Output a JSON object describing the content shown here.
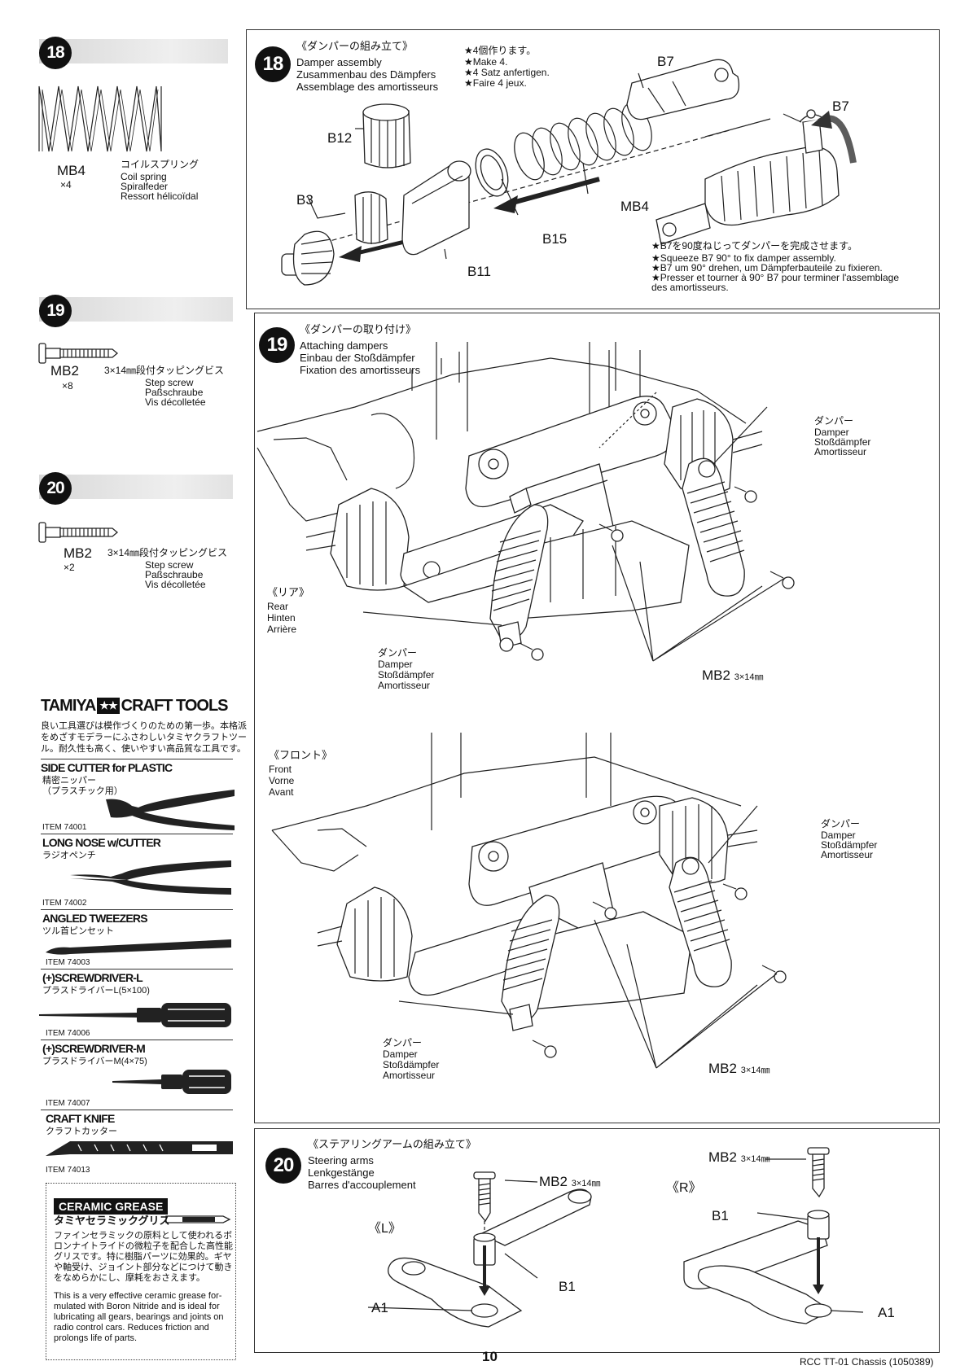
{
  "left": {
    "step18": {
      "num": "18",
      "part_code": "MB4",
      "qty": "×4",
      "names": [
        "コイルスプリング",
        "Coil spring",
        "Spiralfeder",
        "Ressort hélicoïdal"
      ]
    },
    "step19": {
      "num": "19",
      "part_code": "MB2",
      "qty": "×8",
      "size": "3×14㎜段付タッピングビス",
      "names": [
        "Step screw",
        "Paßschraube",
        "Vis décolletée"
      ]
    },
    "step20": {
      "num": "20",
      "part_code": "MB2",
      "qty": "×2",
      "size": "3×14㎜段付タッピングビス",
      "names": [
        "Step screw",
        "Paßschraube",
        "Vis décolletée"
      ]
    },
    "craft_tools": {
      "brand": "TAMIYA",
      "brand_suffix": "CRAFT TOOLS",
      "intro": [
        "良い工具選びは模作づくりのための第一歩。本格派",
        "をめざすモデラーにふさわしいタミヤクラフトツー",
        "ル。耐久性も高く、使いやすい高品質な工具です。"
      ],
      "tools": [
        {
          "title": "SIDE CUTTER for PLASTIC",
          "jp": [
            "精密ニッパー",
            "（プラスチック用）"
          ],
          "item": "ITEM 74001"
        },
        {
          "title": "LONG NOSE w/CUTTER",
          "jp": [
            "ラジオペンチ"
          ],
          "item": "ITEM 74002"
        },
        {
          "title": "ANGLED TWEEZERS",
          "jp": [
            "ツル首ピンセット"
          ],
          "item": "ITEM 74003"
        },
        {
          "title": "(+)SCREWDRIVER-L",
          "jp": [
            "プラスドライバーL(5×100)"
          ],
          "item": "ITEM 74006"
        },
        {
          "title": "(+)SCREWDRIVER-M",
          "jp": [
            "プラスドライバーM(4×75)"
          ],
          "item": "ITEM 74007"
        },
        {
          "title": "CRAFT KNIFE",
          "jp": [
            "クラフトカッター"
          ],
          "item": "ITEM 74013"
        }
      ]
    },
    "grease": {
      "logo": "CERAMIC GREASE",
      "jp_title": "タミヤセラミックグリス",
      "jp_body": [
        "ファインセラミックの原料として使われるボ",
        "ロンナイトライドの微粒子を配合した高性能",
        "グリスです。特に樹脂パーツに効果的。ギヤ",
        "や軸受け、ジョイント部分などにつけて動き",
        "をなめらかにし、摩耗をおさえます。"
      ],
      "en_body": [
        "This is a very effective ceramic grease for-",
        "mulated with Boron Nitride and is ideal for",
        "lubricating all gears, bearings and joints on",
        "radio control cars. Reduces friction and",
        "prolongs life of parts."
      ]
    }
  },
  "panel18": {
    "num": "18",
    "titles": [
      "《ダンパーの組み立て》",
      "Damper assembly",
      "Zusammenbau des Dämpfers",
      "Assemblage des amortisseurs"
    ],
    "notes": [
      "★4個作ります。",
      "★Make 4.",
      "★4 Satz anfertigen.",
      "★Faire 4 jeux."
    ],
    "labels": {
      "b7a": "B7",
      "b7b": "B7",
      "b12": "B12",
      "b3": "B3",
      "mb4": "MB4",
      "b15": "B15",
      "b11": "B11"
    },
    "footnote": [
      "★B7を90度ねじってダンパーを完成させます。",
      "★Squeeze B7 90° to fix damper assembly.",
      "★B7 um 90° drehen, um Dämpferbauteile zu fixieren.",
      "★Presser et tourner à 90° B7 pour terminer l'assemblage",
      "des amortisseurs."
    ]
  },
  "panel19": {
    "num": "19",
    "titles": [
      "《ダンパーの取り付け》",
      "Attaching dampers",
      "Einbau der Stoßdämpfer",
      "Fixation des amortisseurs"
    ],
    "rear": [
      "《リア》",
      "Rear",
      "Hinten",
      "Arrière"
    ],
    "front": [
      "《フロント》",
      "Front",
      "Vorne",
      "Avant"
    ],
    "damper": [
      "ダンパー",
      "Damper",
      "Stoßdämpfer",
      "Amortisseur"
    ],
    "mb2": "MB2",
    "mb2_size": "3×14㎜"
  },
  "panel20": {
    "num": "20",
    "titles": [
      "《ステアリングアームの組み立て》",
      "Steering arms",
      "Lenkgestänge",
      "Barres d'accouplement"
    ],
    "left": "《L》",
    "right": "《R》",
    "mb2": "MB2",
    "mb2_size": "3×14㎜",
    "a1": "A1",
    "b1": "B1"
  },
  "footer": {
    "page": "10",
    "doc": "RCC TT-01 Chassis (1050389)"
  }
}
